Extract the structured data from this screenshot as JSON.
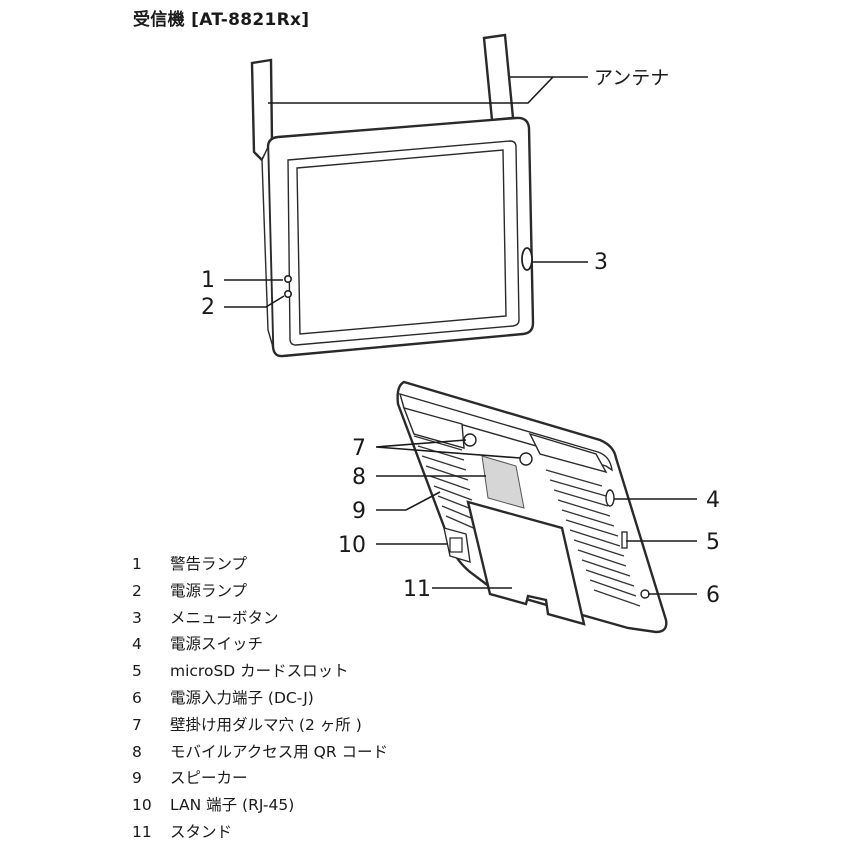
{
  "title": "受信機 [AT-8821Rx]",
  "antenna_label": "アンテナ",
  "callouts": [
    "1",
    "2",
    "3",
    "7",
    "8",
    "9",
    "10",
    "11",
    "4",
    "5",
    "6"
  ],
  "legend": [
    {
      "num": "1",
      "label": "警告ランプ"
    },
    {
      "num": "2",
      "label": "電源ランプ"
    },
    {
      "num": "3",
      "label": "メニューボタン"
    },
    {
      "num": "4",
      "label": "電源スイッチ"
    },
    {
      "num": "5",
      "label": "microSD カードスロット"
    },
    {
      "num": "6",
      "label": "電源入力端子 (DC-J)"
    },
    {
      "num": "7",
      "label": "壁掛け用ダルマ穴 (2 ヶ所 )"
    },
    {
      "num": "8",
      "label": "モバイルアクセス用 QR コード"
    },
    {
      "num": "9",
      "label": "スピーカー"
    },
    {
      "num": "10",
      "label": "LAN 端子 (RJ-45)"
    },
    {
      "num": "11",
      "label": "スタンド"
    }
  ]
}
